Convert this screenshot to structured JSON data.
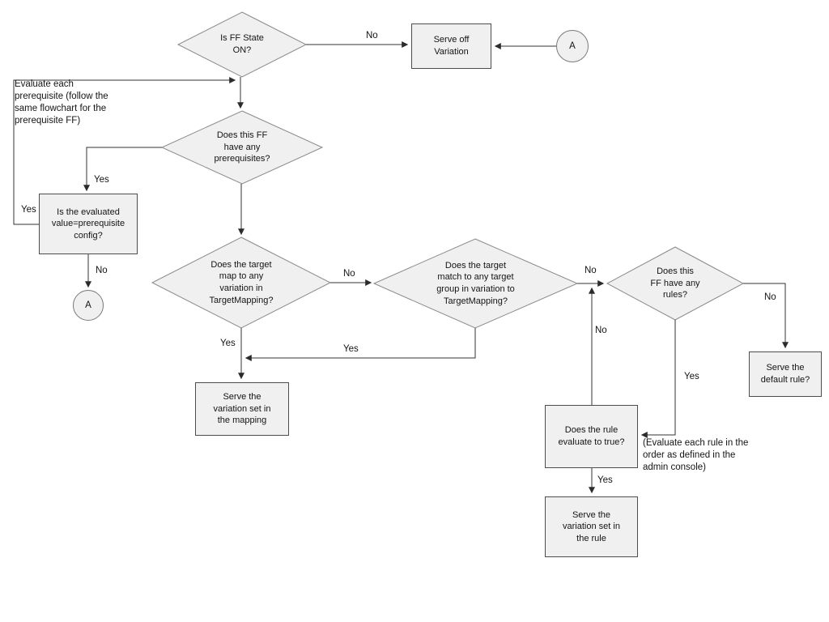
{
  "flowchart": {
    "nodes": {
      "ff_state_on": {
        "label": "Is FF State\nON?"
      },
      "serve_off_variation": {
        "label": "Serve off\nVariation"
      },
      "connector_a_top": {
        "label": "A"
      },
      "has_prerequisites": {
        "label": "Does this FF\nhave any\nprerequisites?"
      },
      "evaluated_value": {
        "label": "Is the evaluated\nvalue=prerequisite\nconfig?"
      },
      "connector_a_bottom": {
        "label": "A"
      },
      "target_mapping": {
        "label": "Does the target\nmap to any\nvariation in\nTargetMapping?"
      },
      "target_group": {
        "label": "Does the target\nmatch to any target\ngroup in variation to\nTargetMapping?"
      },
      "has_rules": {
        "label": "Does this\nFF have any\nrules?"
      },
      "serve_default_rule": {
        "label": "Serve the\ndefault rule?"
      },
      "rule_evaluates_true": {
        "label": "Does the rule\nevaluate to true?"
      },
      "serve_variation_rule": {
        "label": "Serve the\nvariation set in\nthe rule"
      },
      "serve_variation_mapping": {
        "label": "Serve the\nvariation set in\nthe mapping"
      }
    },
    "annotations": {
      "prerequisite_note": "Evaluate each\nprerequisite (follow the\nsame flowchart for the\nprerequisite FF)",
      "rule_order_note": "(Evaluate each rule in the\norder as defined in the\nadmin console)"
    },
    "edge_labels": {
      "ff_state_no": "No",
      "prereq_yes": "Yes",
      "eval_loop_yes": "Yes",
      "eval_no": "No",
      "mapping_no": "No",
      "group_no": "No",
      "rule_loop_no": "No",
      "rules_no": "No",
      "mapping_yes": "Yes",
      "group_yes": "Yes",
      "rules_yes": "Yes",
      "rule_true_yes": "Yes"
    },
    "colors": {
      "shape_fill": "#f0f0f0",
      "diamond_border": "#8a8a8a",
      "box_border": "#4d4d4d",
      "connector": "#333333",
      "text": "#141414",
      "background": "#ffffff"
    }
  }
}
